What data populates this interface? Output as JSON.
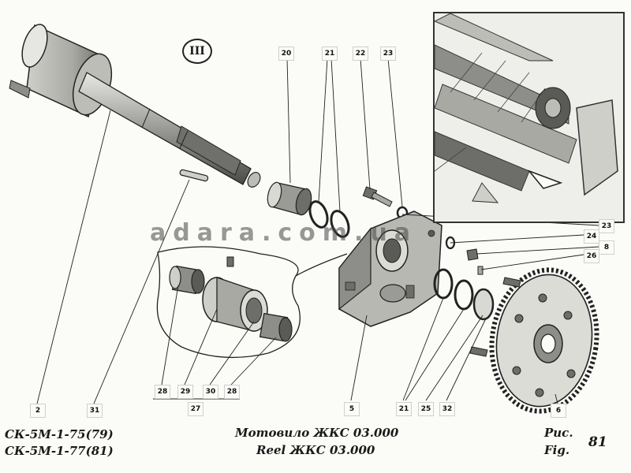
{
  "diagram": {
    "section_mark": "III",
    "watermark": "adara.com.ua",
    "callouts": {
      "c20": "20",
      "c21_top": "21",
      "c22": "22",
      "c23_top": "23",
      "c23_right": "23",
      "c24": "24",
      "c8": "8",
      "c26": "26",
      "c28_left": "28",
      "c29": "29",
      "c30": "30",
      "c28_right": "28",
      "c27": "27",
      "c2": "2",
      "c31": "31",
      "c5": "5",
      "c21_bottom": "21",
      "c25": "25",
      "c32": "32",
      "c6": "6"
    },
    "captions": {
      "model_line1": "СК-5М-1-75(79)",
      "model_line2": "СК-5М-1-77(81)",
      "title_ru": "Мотовило ЖКС 03.000",
      "title_en": "Reel ЖКС 03.000",
      "fig_ru": "Рис.",
      "fig_en": "Fig.",
      "fig_number": "81"
    }
  }
}
